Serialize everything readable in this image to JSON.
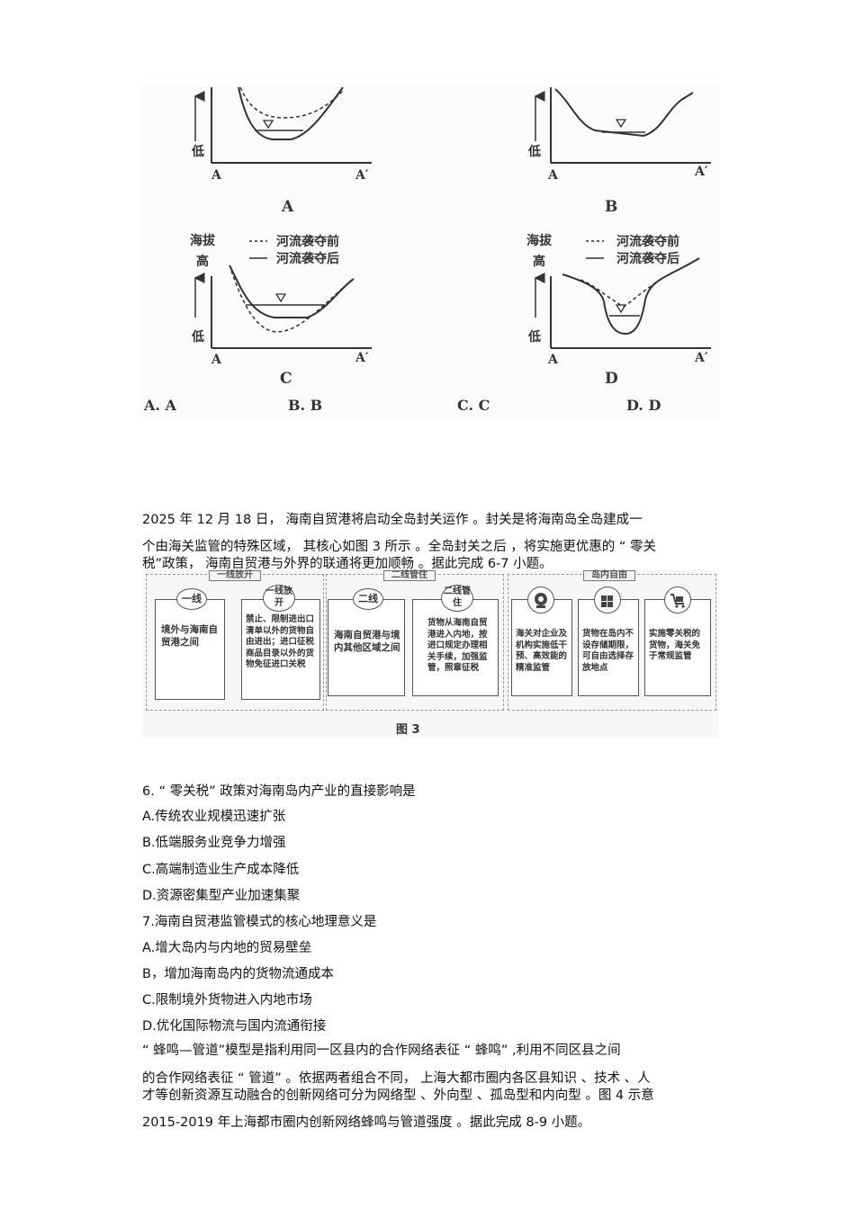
{
  "figure1": {
    "panels": [
      {
        "id": "A",
        "caption": "A",
        "x_start": "A",
        "x_end": "A′",
        "low": "低"
      },
      {
        "id": "B",
        "caption": "B",
        "x_start": "A",
        "x_end": "A′",
        "low": "低"
      },
      {
        "id": "C",
        "caption": "C",
        "x_start": "A",
        "x_end": "A′",
        "low": "低",
        "elev": "海拔",
        "high": "高",
        "legend_before": "河流袭夺前",
        "legend_after": "河流袭夺后"
      },
      {
        "id": "D",
        "caption": "D",
        "x_start": "A",
        "x_end": "A′",
        "low": "低",
        "elev": "海拔",
        "high": "高",
        "legend_before": "河流袭夺前",
        "legend_after": "河流袭夺后"
      }
    ],
    "choices": [
      "A.  A",
      "B.  B",
      "C.  C",
      "D.  D"
    ]
  },
  "passage1": {
    "line1": "2025 年 12 月  18 日，  海南自贸港将启动全岛封关运作 。封关是将海南岛全岛建成一",
    "line2": "个由海关监管的特殊区域，  其核心如图 3 所示 。全岛封关之后 ，将实施更优惠的 “ 零关",
    "line3": "税”政策，  海南自贸港与外界的联通将更加顺畅 。据此完成 6-7 小题。"
  },
  "figure3": {
    "caption": "图 3",
    "tabs": [
      "一线放开",
      "二线管住",
      "岛内自由"
    ],
    "cards": [
      {
        "pill": "一线",
        "text": "境外与海南自贸港之间"
      },
      {
        "pill": "一线放开",
        "text": "禁止、限制进出口清单以外的货物自由进出；进口征税商品目录以外的货物免征进口关税"
      },
      {
        "pill": "二线",
        "text": "海南自贸港与境内其他区域之间"
      },
      {
        "pill": "二线管住",
        "text": "货物从海南自贸港进入内地，按进口规定办理相关手续，加强监管，照章征税"
      },
      {
        "icon": "customs-icon",
        "text": "海关对企业及机构实施低干预、高效能的精准监管"
      },
      {
        "icon": "warehouse-icon",
        "text": "货物在岛内不设存储期限，可自由选择存放地点"
      },
      {
        "icon": "cart-icon",
        "text": "实施零关税的货物，海关免于常规监管"
      }
    ]
  },
  "questions": {
    "q6": "6. “ 零关税” 政策对海南岛内产业的直接影响是",
    "q6_options": [
      "A.传统农业规模迅速扩张",
      "B.低端服务业竞争力增强",
      "C.高端制造业生产成本降低",
      "D.资源密集型产业加速集聚"
    ],
    "q7": "7.海南自贸港监管模式的核心地理意义是",
    "q7_options": [
      "A.增大岛内与内地的贸易壁垒",
      "B，增加海南岛内的货物流通成本",
      "C.限制境外货物进入内地市场",
      "D.优化国际物流与国内流通衔接"
    ]
  },
  "passage2": {
    "line1": "“ 蜂鸣—管道”模型是指利用同一区县内的合作网络表征 “ 蜂鸣” ,利用不同区县之间",
    "line2": "的合作网络表征 “ 管道” 。依据两者组合不同，  上海大都市圈内各区县知识 、技术 、人",
    "line3": "才等创新资源互动融合的创新网络可分为网络型 、外向型 、孤岛型和内向型 。图 4 示意",
    "line4": "2015-2019 年上海都市圈内创新网络蜂鸣与管道强度 。据此完成 8-9 小题。"
  }
}
